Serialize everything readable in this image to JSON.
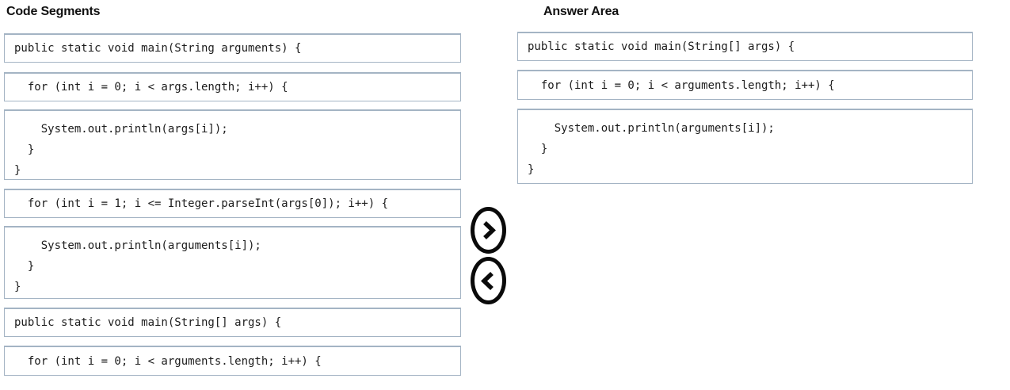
{
  "left_panel": {
    "title": "Code Segments",
    "segments": [
      {
        "code": "public static void main(String arguments) {"
      },
      {
        "code": "  for (int i = 0; i < args.length; i++) {"
      },
      {
        "code": "    System.out.println(args[i]);\n  }\n}"
      },
      {
        "code": "  for (int i = 1; i <= Integer.parseInt(args[0]); i++) {"
      },
      {
        "code": "    System.out.println(arguments[i]);\n  }\n}"
      },
      {
        "code": "public static void main(String[] args) {"
      },
      {
        "code": "  for (int i = 0; i < arguments.length; i++) {"
      }
    ]
  },
  "answer_panel": {
    "title": "Answer Area",
    "segments": [
      {
        "code": "public static void main(String[] args) {"
      },
      {
        "code": "  for (int i = 0; i < arguments.length; i++) {"
      },
      {
        "code": "    System.out.println(arguments[i]);\n  }\n}"
      }
    ]
  },
  "controls": {
    "icons": {
      "move_right": "chevron-right-circle-icon",
      "move_left": "chevron-left-circle-icon"
    }
  },
  "colors": {
    "box_border": "#a4b4c4",
    "code_text": "#1c1c1c",
    "arrow": "#0a0a0a",
    "title_text": "#111111",
    "background": "#ffffff"
  }
}
